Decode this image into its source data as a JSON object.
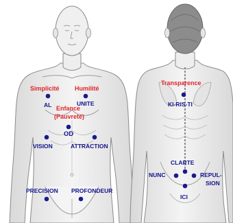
{
  "colors": {
    "virtue_label": "#e0242a",
    "point_label": "#14148c",
    "point_dot": "#1a1a8c",
    "body_fill": "#ececec",
    "body_outline": "#8a8a8a"
  },
  "front": {
    "virtues": {
      "simplicite": "Simplicité",
      "humilite": "Humilité",
      "enfance_line1": "Enfance",
      "enfance_line2": "(Pauvreté)"
    },
    "points": {
      "al": "AL",
      "unite": "UNITE",
      "od": "OD",
      "vision": "VISION",
      "attraction": "ATTRACTION",
      "precision": "PRECISION",
      "profondeur": "PROFONDEUR"
    }
  },
  "back": {
    "virtues": {
      "transparence": "Transparence"
    },
    "points": {
      "kiristi": "KI-RIS-TI",
      "clarte": "CLARTE",
      "nunc": "NUNC",
      "repulsion_line1": "REPUL-",
      "repulsion_line2": "SION",
      "ici": "ICI"
    }
  }
}
